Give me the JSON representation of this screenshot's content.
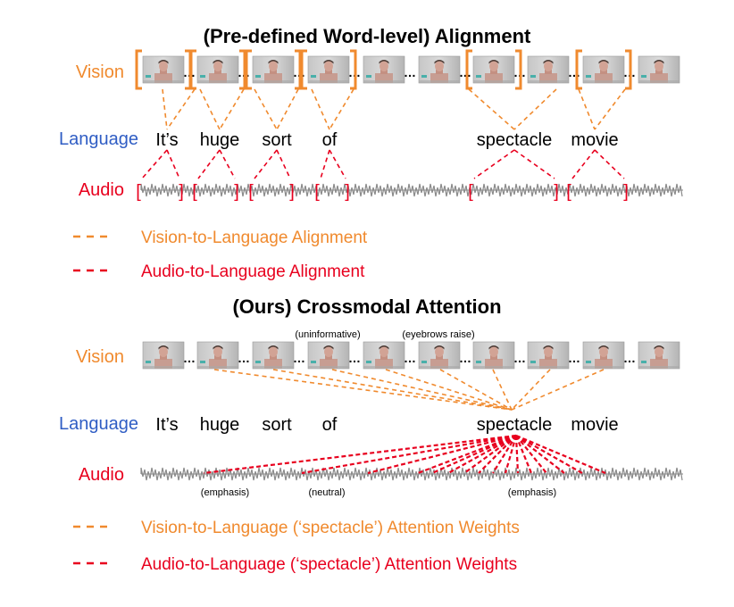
{
  "top": {
    "title": "(Pre-defined Word-level) Alignment",
    "vision_label": "Vision",
    "language_label": "Language",
    "audio_label": "Audio",
    "words": [
      "It’s",
      "huge",
      "sort",
      "of",
      "spectacle",
      "movie"
    ],
    "ellipsis": "…",
    "legend": {
      "vision": "Vision-to-Language Alignment",
      "audio": "Audio-to-Language Alignment"
    }
  },
  "bottom": {
    "title": "(Ours) Crossmodal Attention",
    "vision_label": "Vision",
    "language_label": "Language",
    "audio_label": "Audio",
    "words": [
      "It’s",
      "huge",
      "sort",
      "of",
      "spectacle",
      "movie"
    ],
    "ellipsis": "…",
    "vision_annotations": [
      "(uninformative)",
      "(eyebrows raise)"
    ],
    "audio_annotations": [
      "(emphasis)",
      "(neutral)",
      "(emphasis)"
    ],
    "legend": {
      "vision": "Vision-to-Language (‘spectacle’) Attention Weights",
      "audio": "Audio-to-Language (‘spectacle’) Attention Weights"
    }
  },
  "colors": {
    "vision": "#F08A2E",
    "language": "#2F5DC4",
    "audio": "#E8001E",
    "title": "#000000",
    "wave": "#8A8A8A"
  },
  "icons": [
    "video-frame-thumbnail",
    "audio-waveform",
    "dashed-line"
  ]
}
